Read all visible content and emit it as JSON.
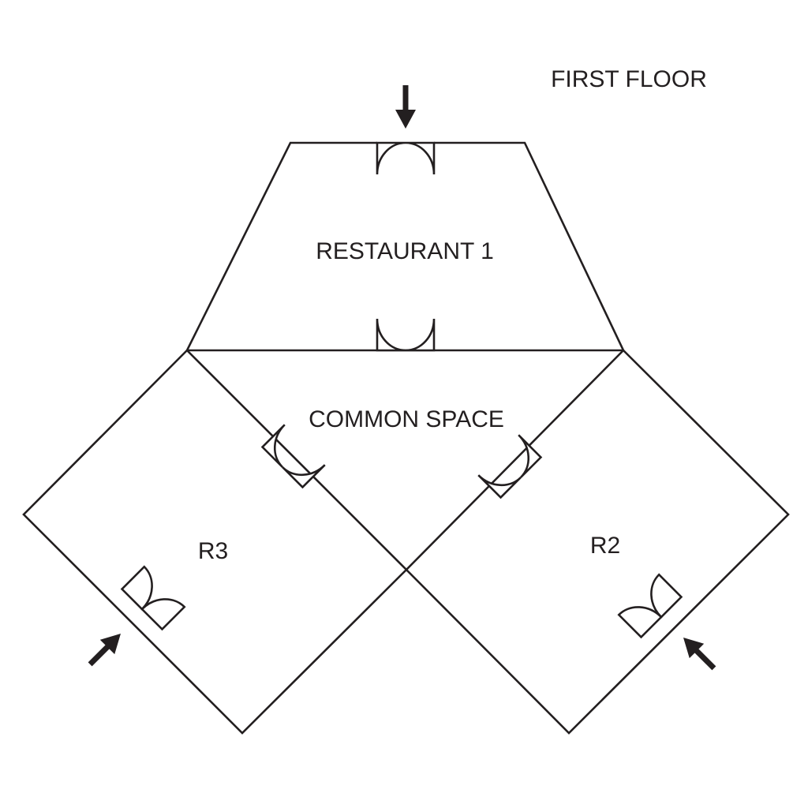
{
  "floor_title": "FIRST FLOOR",
  "rooms": {
    "restaurant_1": "RESTAURANT 1",
    "common_space": "COMMON SPACE",
    "r2": "R2",
    "r3": "R3"
  },
  "colors": {
    "line": "#231f20",
    "background": "#ffffff"
  },
  "entrances": [
    "restaurant-1-main-entrance",
    "r3-entrance",
    "r2-entrance"
  ]
}
